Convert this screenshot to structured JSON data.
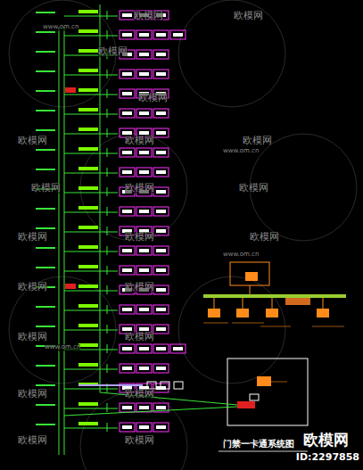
{
  "diagram": {
    "title": "门禁一卡通系统图",
    "labels": [
      "欧模网",
      "欧模网",
      "欧模网",
      "欧模网",
      "欧模网",
      "欧模网",
      "欧模网",
      "欧模网",
      "欧模网",
      "欧模网",
      "欧模网",
      "欧模网",
      "欧模网",
      "欧模网",
      "欧模网",
      "欧模网",
      "欧模网",
      "欧模网",
      "欧模网",
      "欧模网",
      "欧模网",
      "www.om.cn",
      "www.om.cn",
      "www.om.cn",
      "www.om.cn",
      "欧模网",
      "ID:2297858"
    ]
  }
}
